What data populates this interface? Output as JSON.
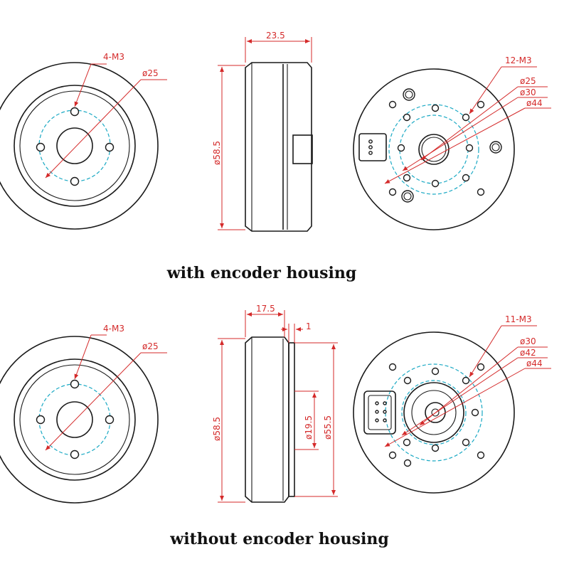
{
  "sections": [
    {
      "caption": "with encoder housing",
      "front_view": {
        "hole_label": "4-M3",
        "pcd_label": "ø25"
      },
      "side_view": {
        "width_label": "23.5",
        "height_label": "ø58.5"
      },
      "rear_view": {
        "hole_label": "12-M3",
        "dia_labels": [
          "ø25",
          "ø30",
          "ø44"
        ]
      }
    },
    {
      "caption": "without encoder housing",
      "front_view": {
        "hole_label": "4-M3",
        "pcd_label": "ø25"
      },
      "side_view": {
        "width_label": "17.5",
        "step_label": "1",
        "height_label": "ø58.5",
        "inner_dia_label": "ø19.5",
        "outer_dia_label": "ø55.5"
      },
      "rear_view": {
        "hole_label": "11-M3",
        "dia_labels": [
          "ø30",
          "ø42",
          "ø44"
        ]
      }
    }
  ],
  "colors": {
    "dimension": "#d42a2a",
    "pitch_circle": "#1aa9c4",
    "outline": "#1a1a1a"
  }
}
